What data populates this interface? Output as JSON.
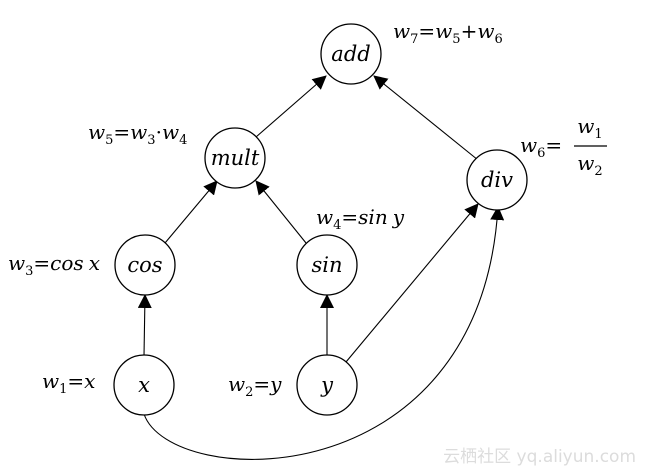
{
  "diagram": {
    "nodes": {
      "add": "add",
      "mult": "mult",
      "div": "div",
      "cos": "cos",
      "sin": "sin",
      "x": "x",
      "y": "y"
    },
    "equations": {
      "w7": {
        "lhs": "w",
        "lhs_sub": "7",
        "r1": "w",
        "r1_sub": "5",
        "op": "+",
        "r2": "w",
        "r2_sub": "6"
      },
      "w5": {
        "lhs": "w",
        "lhs_sub": "5",
        "r1": "w",
        "r1_sub": "3",
        "op": "·",
        "r2": "w",
        "r2_sub": "4"
      },
      "w6": {
        "lhs": "w",
        "lhs_sub": "6",
        "num": "w",
        "num_sub": "1",
        "den": "w",
        "den_sub": "2"
      },
      "w4": {
        "lhs": "w",
        "lhs_sub": "4",
        "fn": "sin",
        "arg": "y"
      },
      "w3": {
        "lhs": "w",
        "lhs_sub": "3",
        "fn": "cos",
        "arg": "x"
      },
      "w1": {
        "lhs": "w",
        "lhs_sub": "1",
        "rhs": "x"
      },
      "w2": {
        "lhs": "w",
        "lhs_sub": "2",
        "rhs": "y"
      }
    },
    "equals_sign": "=",
    "watermark": "云栖社区 yq.aliyun.com"
  }
}
